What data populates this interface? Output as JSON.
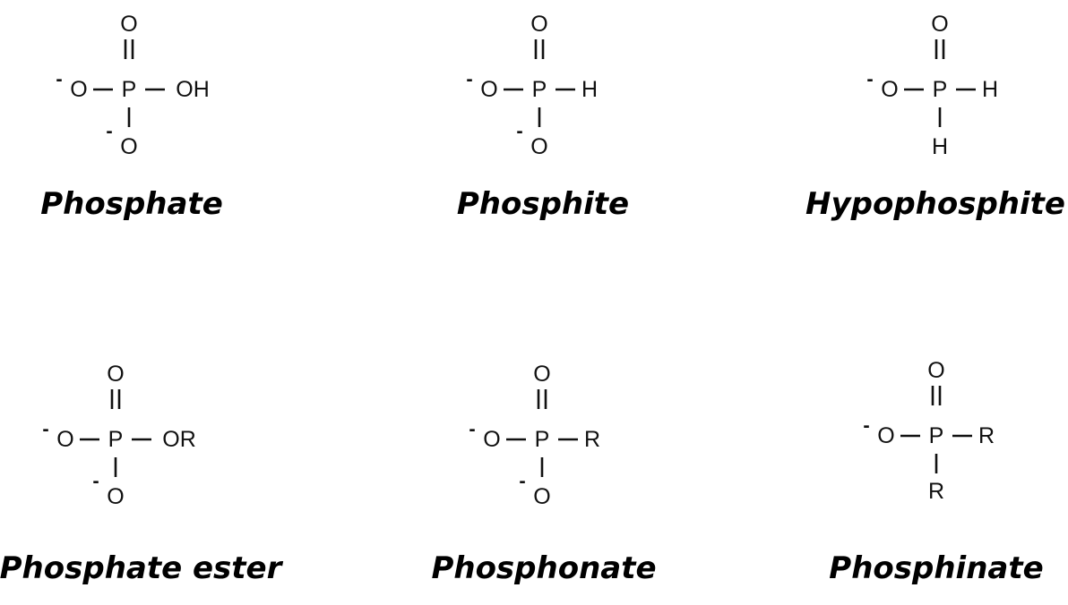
{
  "molecules": [
    {
      "name": "Phosphate",
      "center": "P",
      "top": "O",
      "left": "O",
      "right": "OH",
      "bottom": "O",
      "left_charge": "-",
      "bottom_charge": "-"
    },
    {
      "name": "Phosphite",
      "center": "P",
      "top": "O",
      "left": "O",
      "right": "H",
      "bottom": "O",
      "left_charge": "-",
      "bottom_charge": "-"
    },
    {
      "name": "Hypophosphite",
      "center": "P",
      "top": "O",
      "left": "O",
      "right": "H",
      "bottom": "H",
      "left_charge": "-",
      "bottom_charge": ""
    },
    {
      "name": "Phosphate ester",
      "center": "P",
      "top": "O",
      "left": "O",
      "right": "OR",
      "bottom": "O",
      "left_charge": "-",
      "bottom_charge": "-"
    },
    {
      "name": "Phosphonate",
      "center": "P",
      "top": "O",
      "left": "O",
      "right": "R",
      "bottom": "O",
      "left_charge": "-",
      "bottom_charge": "-"
    },
    {
      "name": "Phosphinate",
      "center": "P",
      "top": "O",
      "left": "O",
      "right": "R",
      "bottom": "R",
      "left_charge": "-",
      "bottom_charge": ""
    }
  ]
}
